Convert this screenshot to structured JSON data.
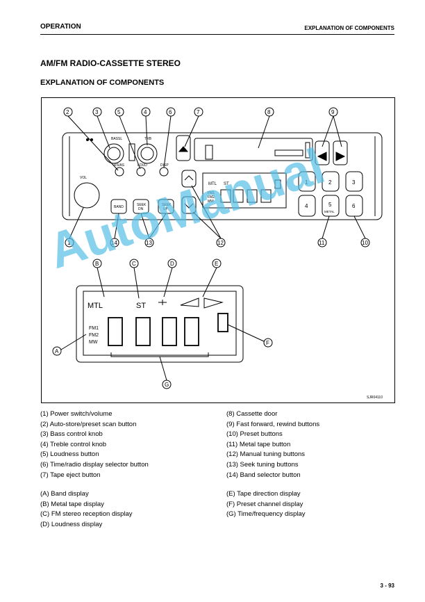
{
  "header": {
    "section": "OPERATION",
    "topic": "EXPLANATION OF COMPONENTS"
  },
  "title": "AM/FM RADIO-CASSETTE STEREO",
  "subtitle": "EXPLANATION OF COMPONENTS",
  "figure": {
    "code": "SJR04110",
    "callouts_top": [
      "2",
      "3",
      "5",
      "4",
      "6",
      "7",
      "8",
      "9"
    ],
    "callouts_bottom": [
      "1",
      "14",
      "13",
      "12",
      "11",
      "10"
    ],
    "callouts_letters": [
      "B",
      "C",
      "D",
      "E",
      "A",
      "F",
      "G"
    ],
    "knob_labels": {
      "vol": "VOL",
      "bass": "BASSL",
      "treble": "TRB"
    },
    "button_labels": {
      "rs_as": "RS/AS",
      "loud": "LOUD",
      "disp": "DISP",
      "band": "BAND",
      "seek_dn": [
        "SEEK",
        "DN"
      ],
      "seek_up": [
        "SEEK",
        "UP"
      ],
      "metal": "METAL"
    },
    "preset_numbers": [
      "1",
      "2",
      "3",
      "4",
      "5",
      "6"
    ],
    "display_text": {
      "mtl": "MTL",
      "st": "ST",
      "fm1": "FM1",
      "fm2": "FM2",
      "mw": "MW"
    }
  },
  "legend_left_1": [
    "(1) Power switch/volume",
    "(2) Auto-store/preset scan button",
    "(3) Bass control knob",
    "(4) Treble control knob",
    "(5) Loudness button",
    "(6) Time/radio display selector button",
    "(7) Tape eject button"
  ],
  "legend_right_1": [
    "(8) Cassette door",
    "(9) Fast forward, rewind buttons",
    "(10) Preset buttons",
    "(11) Metal tape button",
    "(12) Manual tuning buttons",
    "(13) Seek tuning buttons",
    "(14) Band selector button"
  ],
  "legend_left_2": [
    "(A) Band display",
    "(B) Metal tape display",
    "(C) FM stereo reception display",
    "(D) Loudness display"
  ],
  "legend_right_2": [
    "(E) Tape direction display",
    "(F) Preset channel display",
    "(G) Time/frequency display"
  ],
  "watermark": "AutoManual",
  "page_number": "3 - 93"
}
